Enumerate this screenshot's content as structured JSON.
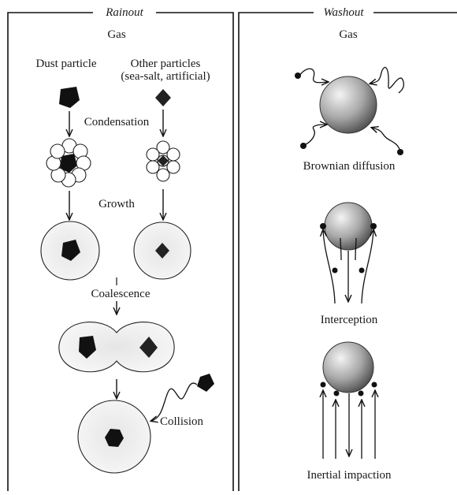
{
  "rainout": {
    "title": "Rainout",
    "gas": "Gas",
    "dust_particle": "Dust particle",
    "other_particles_line1": "Other particles",
    "other_particles_line2": "(sea-salt, artificial)",
    "condensation": "Condensation",
    "growth": "Growth",
    "coalescence": "Coalescence",
    "collision": "Collision"
  },
  "washout": {
    "title": "Washout",
    "gas": "Gas",
    "brownian": "Brownian diffusion",
    "interception": "Interception",
    "inertial": "Inertial impaction"
  }
}
